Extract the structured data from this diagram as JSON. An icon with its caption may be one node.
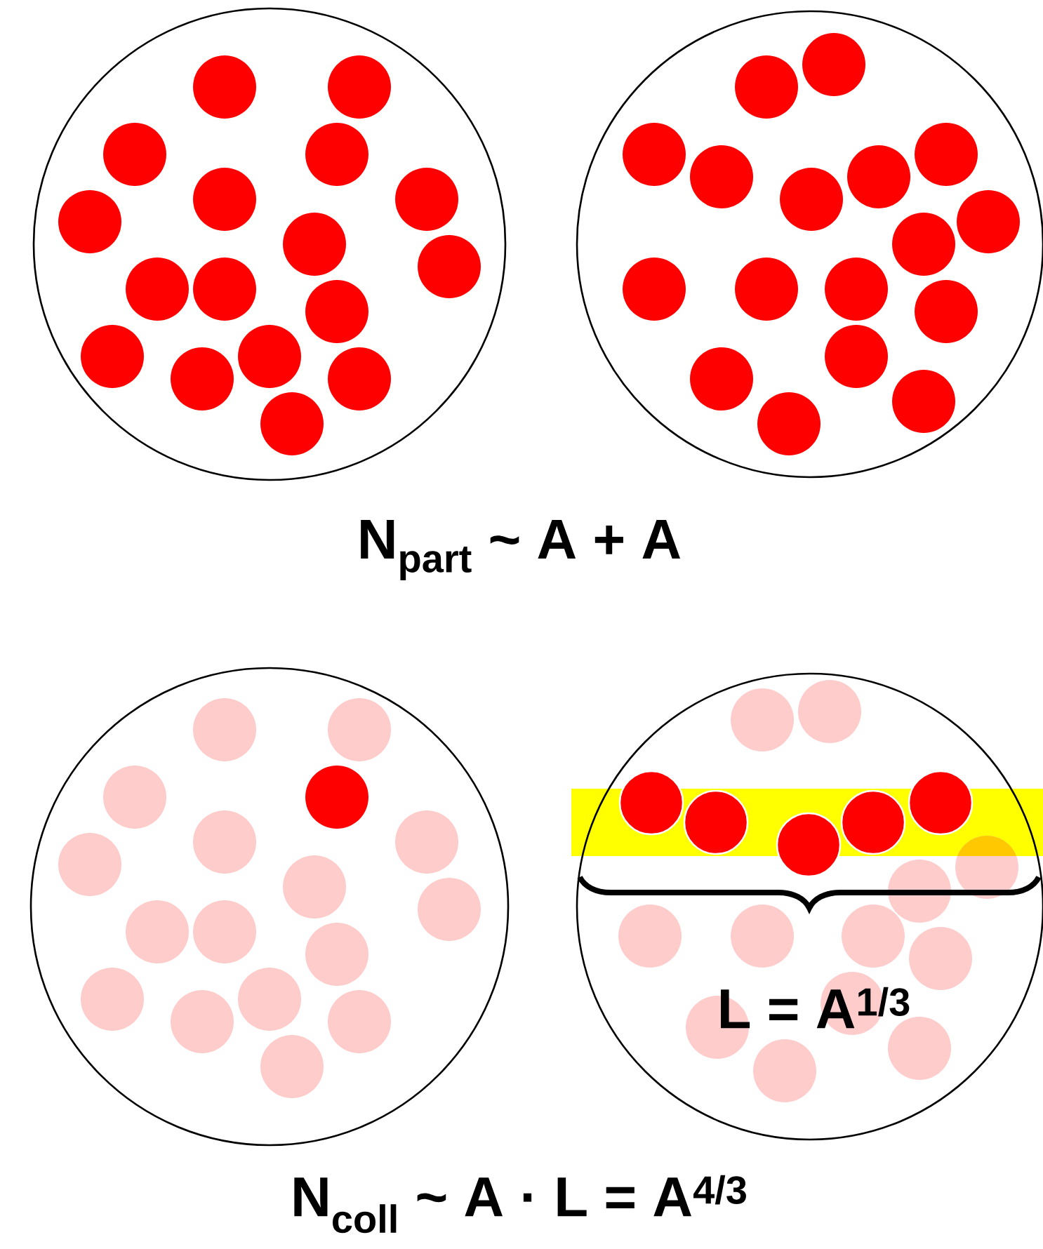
{
  "diagram": {
    "labels": [
      "N$_{part}$ ~ A + A",
      "L = A$^{1/3}$",
      "N$_{coll}$ ~ A · L = A$^{4/3}$"
    ]
  }
}
